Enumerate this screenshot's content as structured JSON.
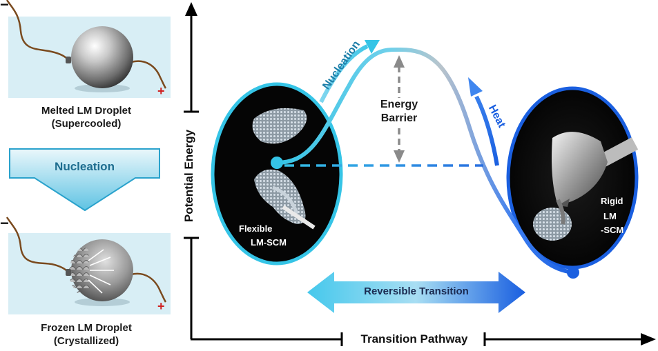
{
  "left_panel": {
    "top_droplet": {
      "line1": "Melted LM Droplet",
      "line2": "(Supercooled)"
    },
    "arrow_label": "Nucleation",
    "bottom_droplet": {
      "line1": "Frozen LM Droplet",
      "line2": "(Crystallized)"
    },
    "minus_sign": "−",
    "plus_sign": "+"
  },
  "axes": {
    "y_label": "Potential Energy",
    "x_label": "Transition Pathway"
  },
  "diagram": {
    "nucleation_label": "Nucleation",
    "heat_label": "Heat",
    "barrier_line1": "Energy",
    "barrier_line2": "Barrier",
    "reversible_label": "Reversible Transition",
    "flexible_line1": "Flexible",
    "flexible_line2": "LM-SCM",
    "rigid_line1": "Rigid",
    "rigid_line2": "LM",
    "rigid_line3": "-SCM"
  },
  "colors": {
    "accent_cyan": "#35c4e6",
    "accent_blue": "#1a5fe0",
    "panel_bg": "#d8eef5",
    "wire": "#7a4a1e",
    "plus_red": "#d02020"
  }
}
